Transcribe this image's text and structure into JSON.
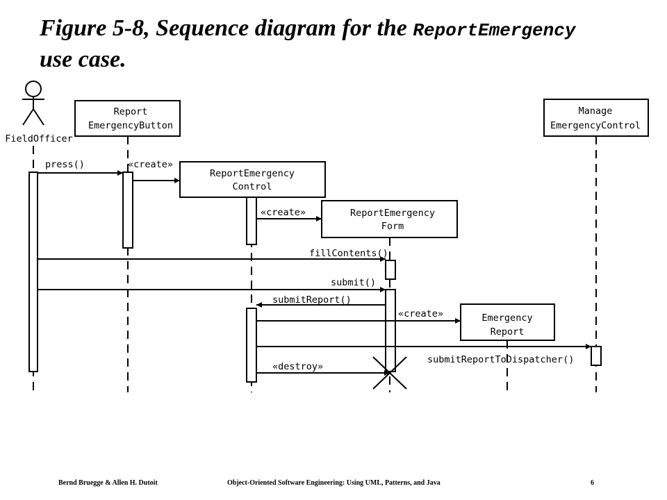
{
  "title": {
    "prefix": "Figure 5-8, Sequence diagram for the ",
    "code": "ReportEmergency",
    "suffix": " use case."
  },
  "actor": {
    "name": "FieldOfficer"
  },
  "objects": {
    "button": {
      "line1": "Report",
      "line2": "EmergencyButton"
    },
    "control": {
      "line1": "ReportEmergency",
      "line2": "Control"
    },
    "form": {
      "line1": "ReportEmergency",
      "line2": "Form"
    },
    "report": {
      "line1": "Emergency",
      "line2": "Report"
    },
    "manage": {
      "line1": "Manage",
      "line2": "EmergencyControl"
    }
  },
  "messages": {
    "press": "press()",
    "create_control": "«create»",
    "create_form": "«create»",
    "fill": "fillContents()",
    "submit": "submit()",
    "submit_report": "submitReport()",
    "create_report": "«create»",
    "dispatch": "submitReportToDispatcher()",
    "destroy": "«destroy»"
  },
  "footer": {
    "authors": "Bernd Bruegge & Allen H. Dutoit",
    "book": "Object-Oriented Software Engineering: Using UML, Patterns, and Java",
    "page": "6"
  }
}
